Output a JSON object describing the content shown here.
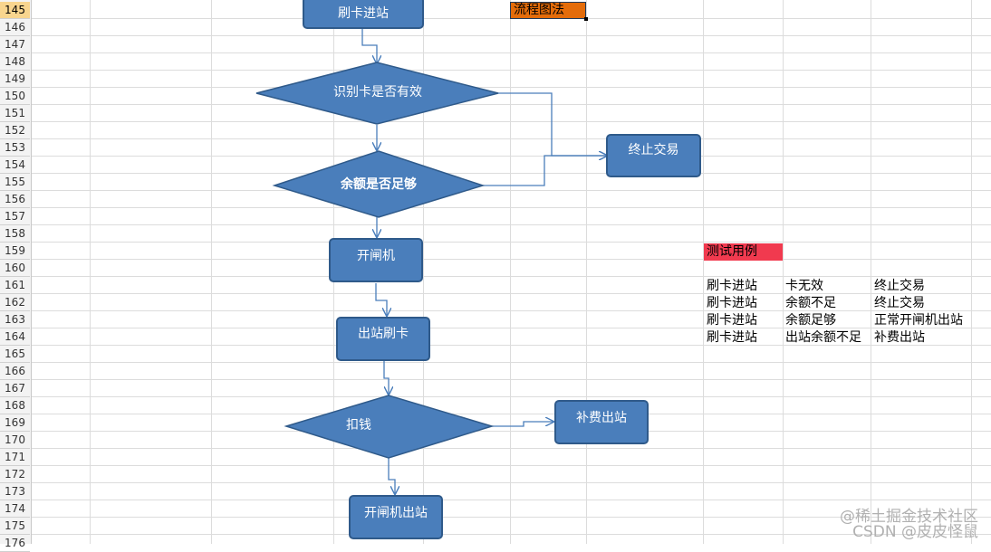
{
  "row_numbers": [
    "145",
    "146",
    "147",
    "148",
    "149",
    "150",
    "151",
    "152",
    "153",
    "154",
    "155",
    "156",
    "157",
    "158",
    "159",
    "160",
    "161",
    "162",
    "163",
    "164",
    "165",
    "166",
    "167",
    "168",
    "169",
    "170",
    "171",
    "172",
    "173",
    "174",
    "175",
    "176"
  ],
  "title_cell": "流程图法",
  "flowchart": {
    "swipe_in": "刷卡进站",
    "check_valid": "识别卡是否有效",
    "terminate": "终止交易",
    "check_balance": "余额是否足够",
    "open_gate": "开闸机",
    "swipe_out": "出站刷卡",
    "deduct": "扣钱",
    "pay_extra": "补费出站",
    "open_gate_exit": "开闸机出站"
  },
  "test_cases": {
    "header": "测试用例",
    "rows": [
      [
        "刷卡进站",
        "卡无效",
        "终止交易"
      ],
      [
        "刷卡进站",
        "余额不足",
        "终止交易"
      ],
      [
        "刷卡进站",
        "余额足够",
        "正常开闸机出站"
      ],
      [
        "刷卡进站",
        "出站余额不足",
        "补费出站"
      ]
    ]
  },
  "watermark": {
    "line1": "@稀土掘金技术社区",
    "line2": "CSDN @皮皮怪鼠"
  },
  "colors": {
    "shape_fill": "#4a7ebb",
    "title_fill": "#e46c0a",
    "test_header_fill": "#f13a4f",
    "active_row": "#f8d58e"
  }
}
